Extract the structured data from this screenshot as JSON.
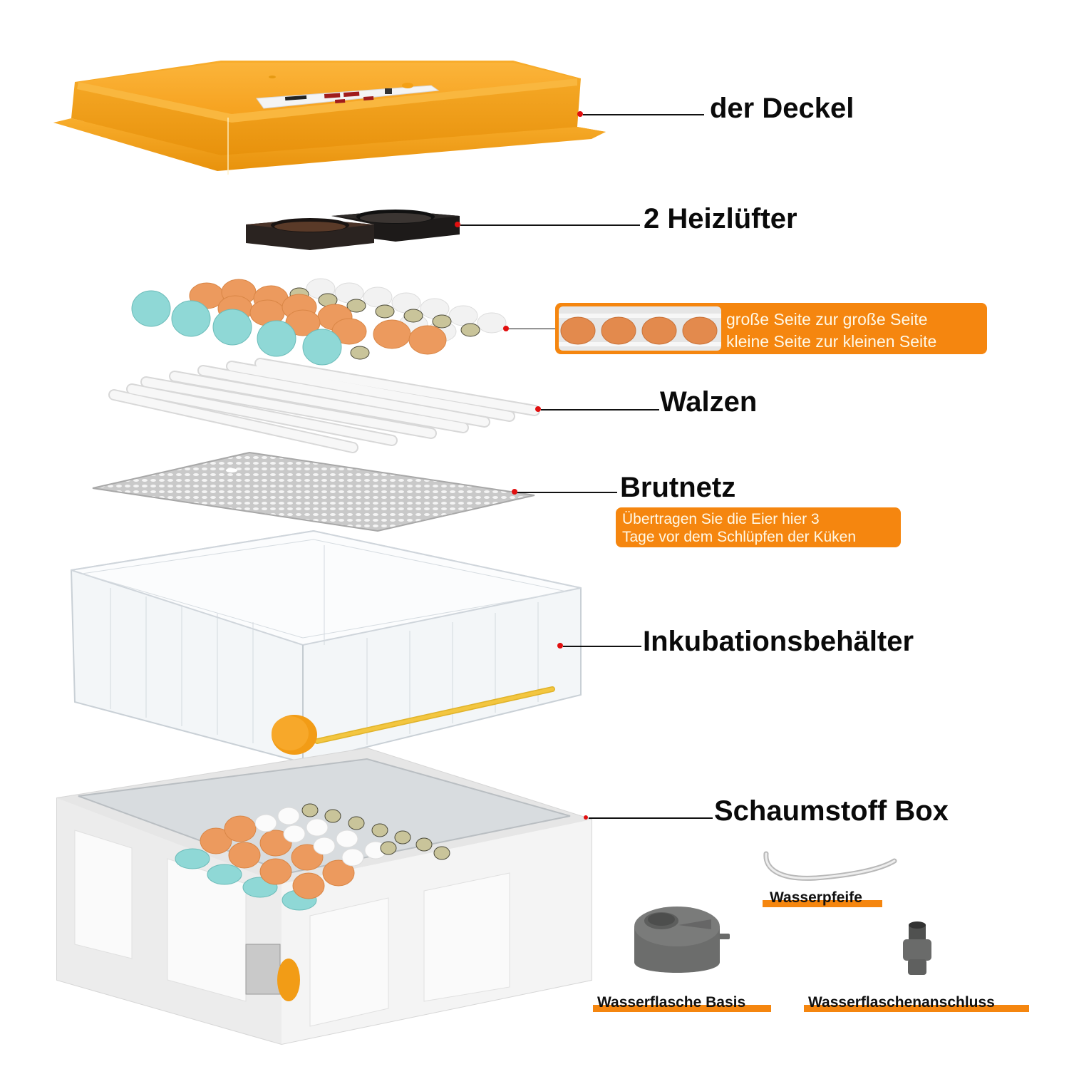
{
  "diagram": {
    "type": "exploded-product-view",
    "product": "egg incubator",
    "accent_color": "#f5860f",
    "leader_dot_color": "#e10f0f"
  },
  "parts": {
    "lid": {
      "label": "der Deckel"
    },
    "fans": {
      "label": "2 Heizlüfter"
    },
    "eggs": {
      "note_line_1": "große Seite zur große Seite",
      "note_line_2": "kleine Seite zur kleinen Seite"
    },
    "rollers": {
      "label": "Walzen"
    },
    "hatch_net": {
      "label": "Brutnetz",
      "note_line_1": "Übertragen Sie die Eier hier 3",
      "note_line_2": "Tage vor dem Schlüpfen der Küken"
    },
    "container": {
      "label": "Inkubationsbehälter"
    },
    "foam_box": {
      "label": "Schaumstoff Box"
    }
  },
  "accessories": {
    "water_pipe": {
      "label": "Wasserpfeife"
    },
    "bottle_base": {
      "label": "Wasserflasche Basis"
    },
    "bottle_connector": {
      "label": "Wasserflaschenanschluss"
    }
  }
}
